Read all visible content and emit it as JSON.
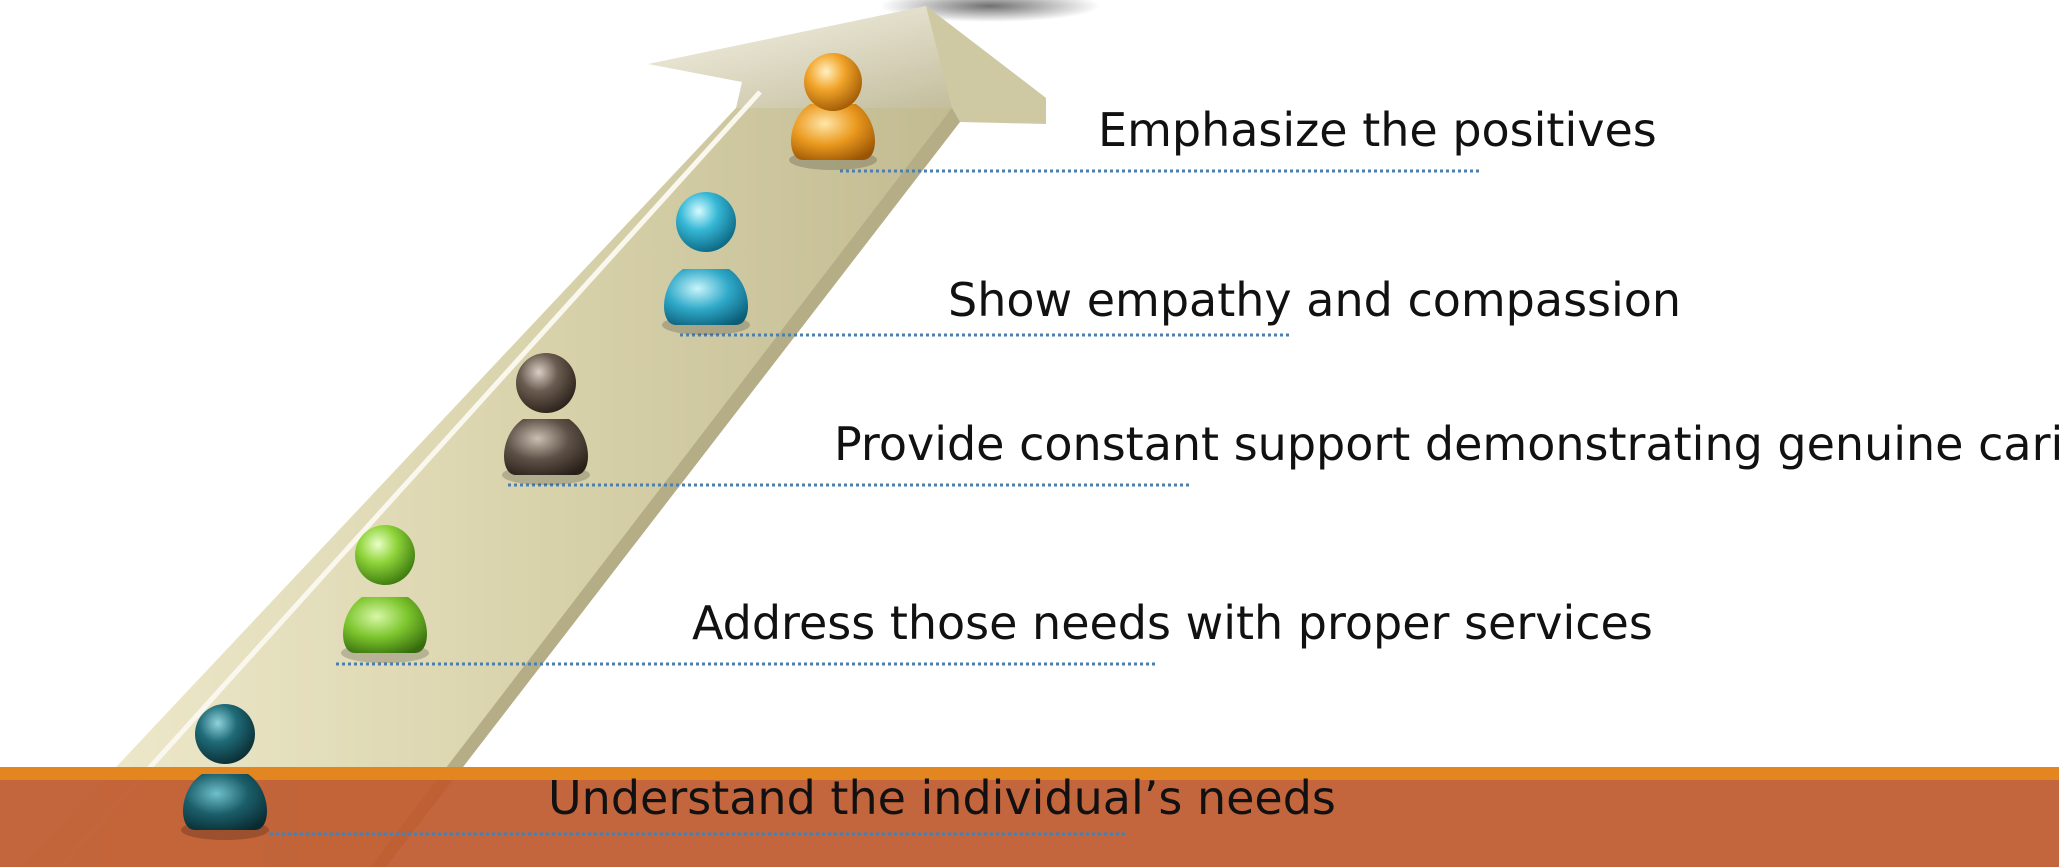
{
  "slide": {
    "steps": [
      {
        "label": "Understand the individual’s needs",
        "figure_color": "teal"
      },
      {
        "label": "Address those needs with proper services",
        "figure_color": "green"
      },
      {
        "label": "Provide constant support demonstrating genuine caring",
        "figure_color": "brown"
      },
      {
        "label": "Show empathy and compassion",
        "figure_color": "cyan"
      },
      {
        "label": "Emphasize the positives",
        "figure_color": "orange"
      }
    ],
    "colors": {
      "footer_band": "#bf5a2e",
      "footer_stripe": "#e4861f",
      "arrow_fill": "#d9d4ae",
      "leader_line": "#4a7fb0"
    }
  }
}
